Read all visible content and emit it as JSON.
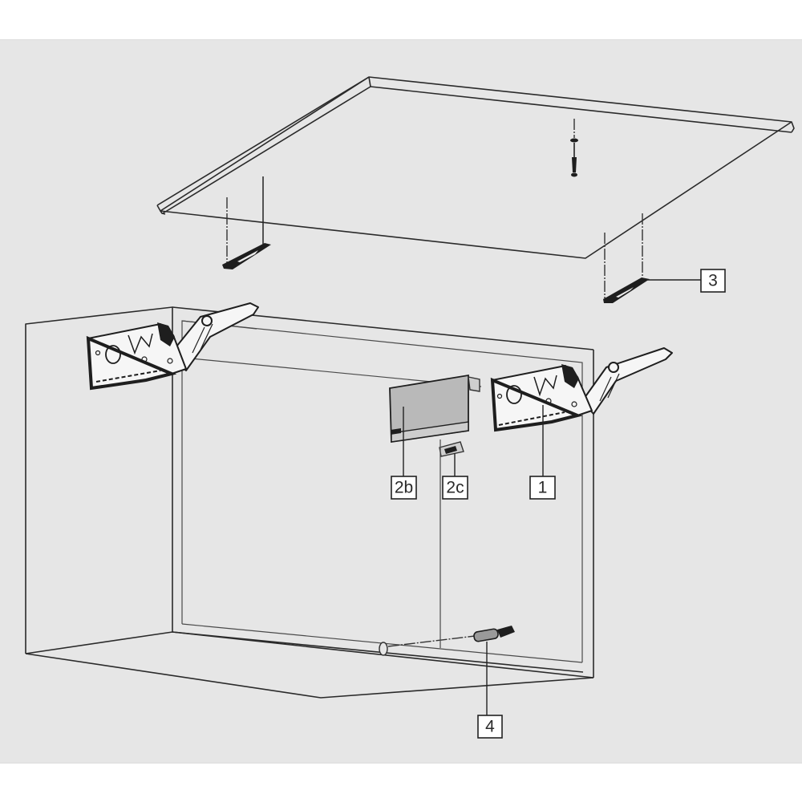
{
  "diagram": {
    "type": "exploded assembly drawing",
    "subject": "wall cabinet with lift-up flap fitting",
    "background_color": "#e6e6e6",
    "components": [
      {
        "id": "lid",
        "name": "cabinet front flap / door panel"
      },
      {
        "id": "lift-mechanism-left",
        "name": "lift mechanism (left side)"
      },
      {
        "id": "lift-mechanism-right",
        "name": "lift mechanism (right side)"
      },
      {
        "id": "cover-cap",
        "name": "cover cap"
      },
      {
        "id": "cover-cap-small",
        "name": "small cover cap / clip"
      },
      {
        "id": "front-bracket-left",
        "name": "front fixing bracket (left)"
      },
      {
        "id": "front-bracket-right",
        "name": "front fixing bracket (right)"
      },
      {
        "id": "handle-screw",
        "name": "screw"
      },
      {
        "id": "dowel",
        "name": "dowel / spacer"
      },
      {
        "id": "cabinet-body",
        "name": "cabinet carcass"
      }
    ]
  },
  "callouts": [
    {
      "label": "1",
      "target": "lift-mechanism-right"
    },
    {
      "label": "2b",
      "target": "cover-cap"
    },
    {
      "label": "2c",
      "target": "cover-cap-small"
    },
    {
      "label": "3",
      "target": "front-bracket-right"
    },
    {
      "label": "4",
      "target": "dowel"
    }
  ]
}
